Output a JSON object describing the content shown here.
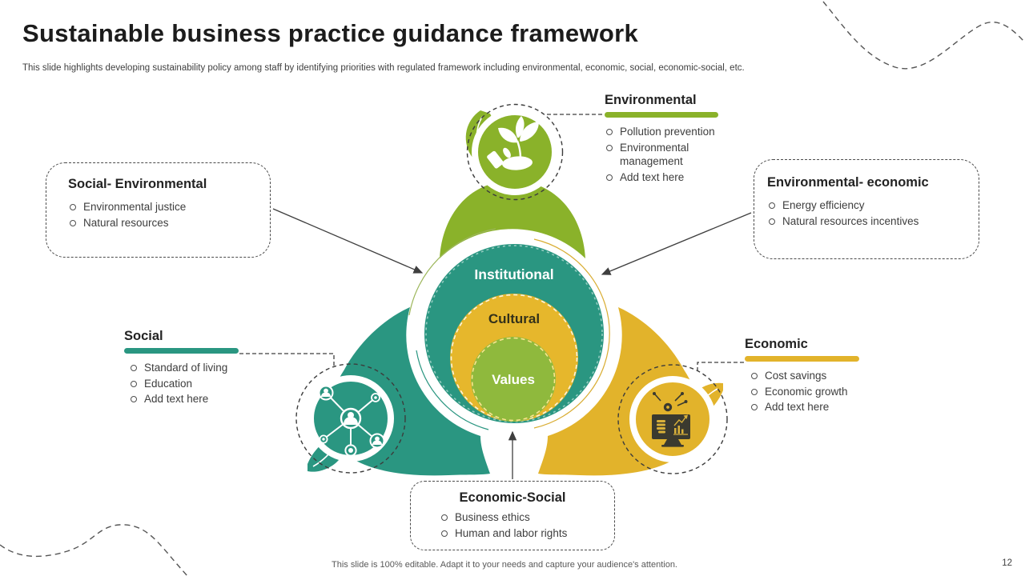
{
  "slide": {
    "title": "Sustainable business practice guidance framework",
    "subtitle": "This slide highlights developing sustainability policy among staff by identifying priorities with regulated framework including environmental, economic, social, economic-social, etc.",
    "footer": "This slide is 100% editable. Adapt it to your needs and capture your audience's attention.",
    "page_number": "12"
  },
  "colors": {
    "green": "#8ab22a",
    "teal": "#2a9681",
    "yellow": "#e2b32b",
    "values_green": "#8fb93d",
    "text_dark": "#232323"
  },
  "center": {
    "outer": "Institutional",
    "middle": "Cultural",
    "inner": "Values"
  },
  "sections": {
    "environmental": {
      "title": "Environmental",
      "icon": "hand-holding-sprout-icon",
      "items": [
        "Pollution prevention",
        "Environmental management",
        "Add text here"
      ]
    },
    "social_environmental": {
      "title": "Social- Environmental",
      "items": [
        "Environmental justice",
        "Natural resources"
      ]
    },
    "environmental_economic": {
      "title": "Environmental- economic",
      "items": [
        "Energy efficiency",
        "Natural resources incentives"
      ]
    },
    "social": {
      "title": "Social",
      "icon": "people-network-icon",
      "items": [
        "Standard of living",
        "Education",
        "Add text here"
      ]
    },
    "economic": {
      "title": "Economic",
      "icon": "computer-analytics-icon",
      "items": [
        "Cost savings",
        "Economic growth",
        "Add text here"
      ]
    },
    "economic_social": {
      "title": "Economic-Social",
      "items": [
        "Business ethics",
        "Human and labor rights"
      ]
    }
  }
}
